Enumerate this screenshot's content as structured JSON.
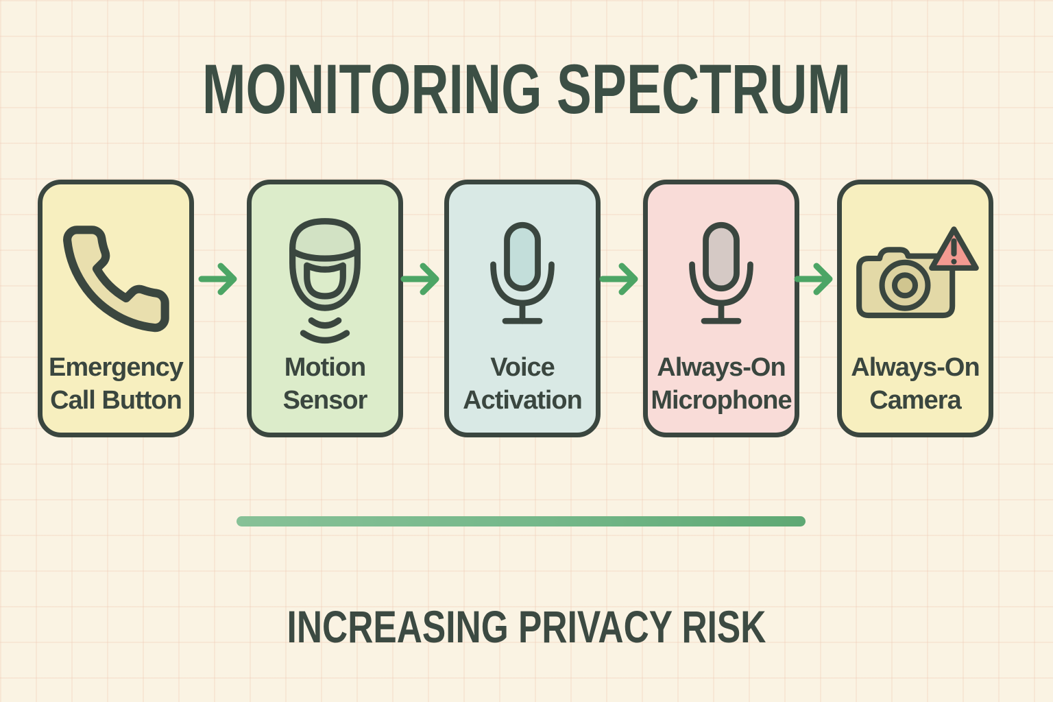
{
  "title": "MONITORING SPECTRUM",
  "footer": {
    "label": "INCREASING PRIVACY RISK"
  },
  "cards": [
    {
      "label": "Emergency\nCall Button",
      "icon": "phone-icon",
      "fill": "#f7efbf"
    },
    {
      "label": "Motion\nSensor",
      "icon": "motion-sensor-icon",
      "fill": "#dcecca"
    },
    {
      "label": "Voice\nActivation",
      "icon": "microphone-icon",
      "fill": "#d9e9e5"
    },
    {
      "label": "Always-On\nMicrophone",
      "icon": "microphone-icon",
      "fill": "#f9dcd8"
    },
    {
      "label": "Always-On\nCamera",
      "icon": "camera-warning-icon",
      "fill": "#f7efbf"
    }
  ],
  "colors": {
    "background": "#faf3e3",
    "grid_line": "#eecbb7",
    "card_border": "#3a463f",
    "label_text": "#3a463f",
    "title_text": "#3c4f45",
    "arrow_green": "#4ca565",
    "bar_green_light": "#87c197",
    "bar_green_dark": "#5ea873",
    "warning_red": "#f39a91",
    "phone_fill": "#e9dfae",
    "camera_fill": "#e3d9a7"
  }
}
